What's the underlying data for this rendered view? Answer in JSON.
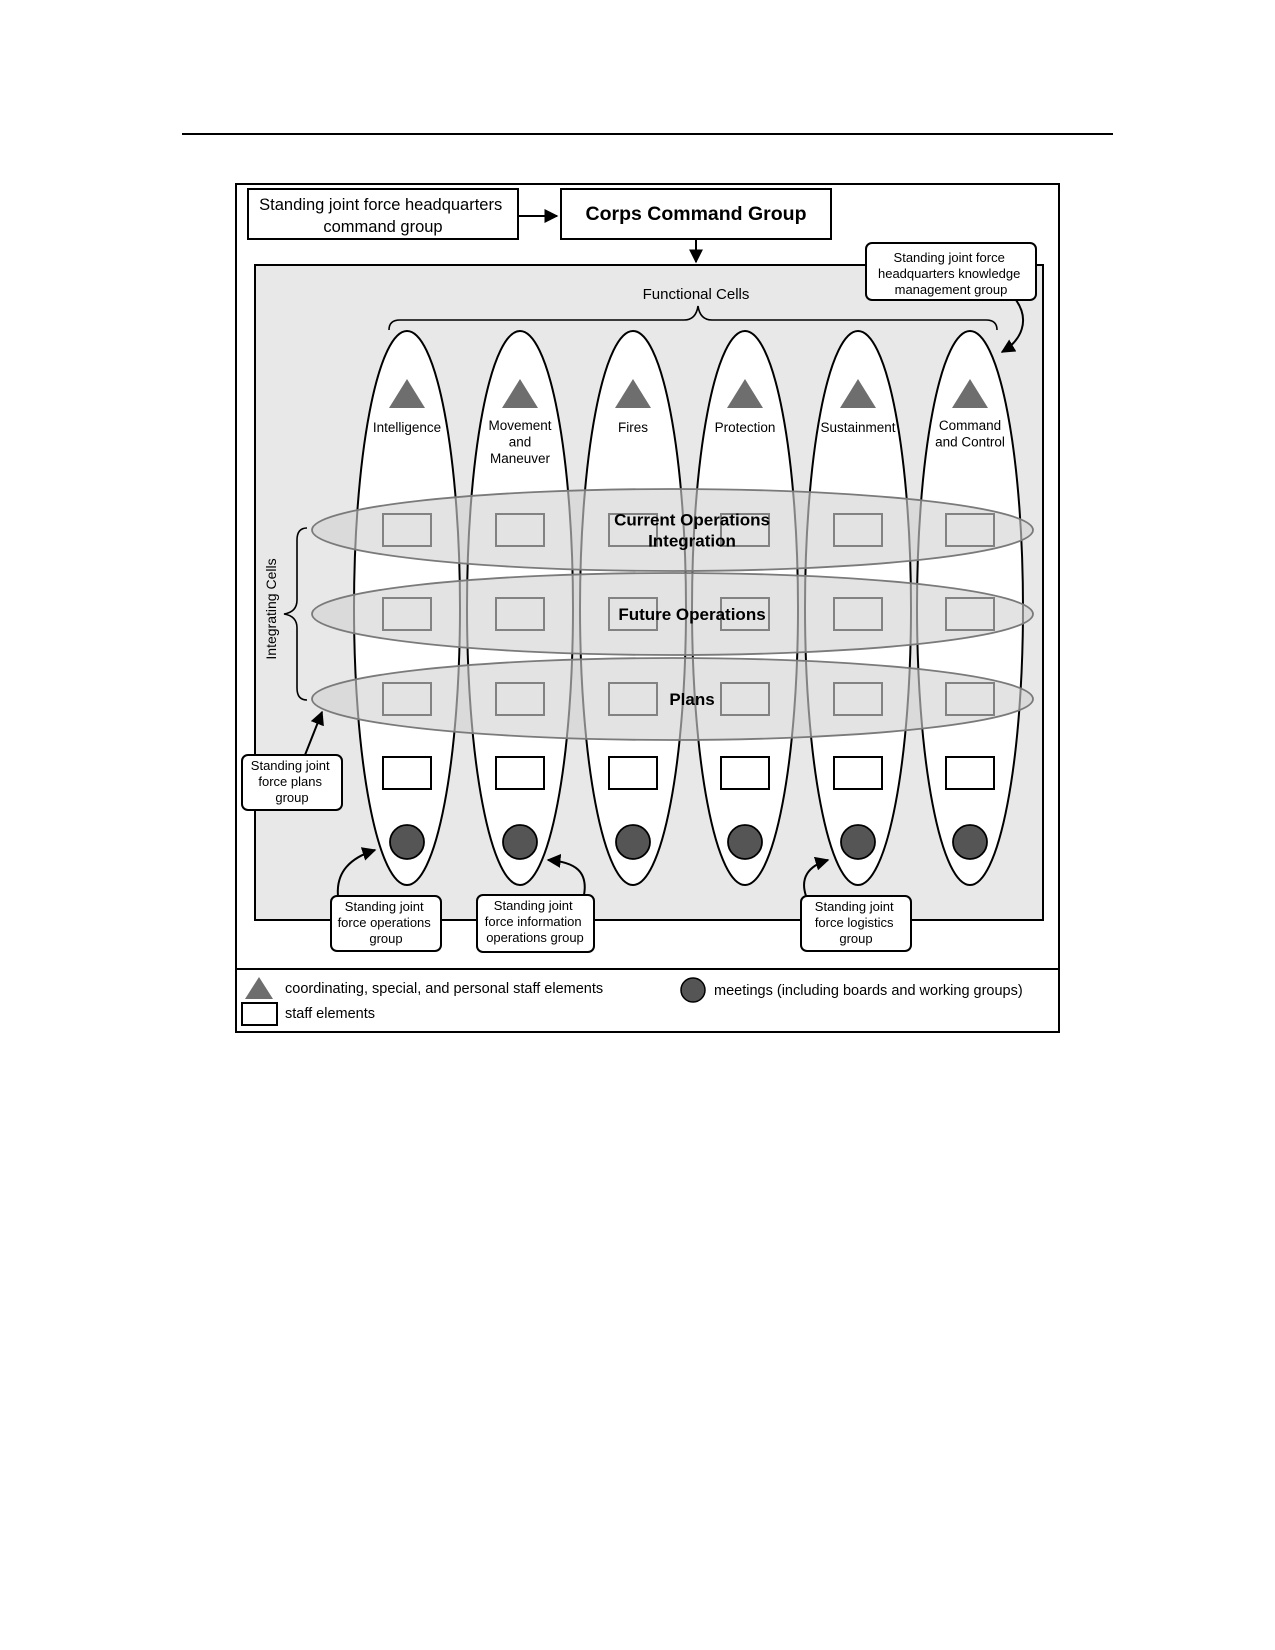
{
  "header": {
    "sjfhq_command_group": [
      "Standing joint force headquarters",
      "command group"
    ],
    "corps_command_group": "Corps Command Group",
    "knowledge_mgmt_group": [
      "Standing joint force",
      "headquarters knowledge",
      "management group"
    ]
  },
  "functional_cells": {
    "heading": "Functional Cells",
    "cells": [
      {
        "label": [
          "Intelligence"
        ]
      },
      {
        "label": [
          "Movement",
          "and",
          "Maneuver"
        ]
      },
      {
        "label": [
          "Fires"
        ]
      },
      {
        "label": [
          "Protection"
        ]
      },
      {
        "label": [
          "Sustainment"
        ]
      },
      {
        "label": [
          "Command",
          "and Control"
        ]
      }
    ]
  },
  "integrating_cells": {
    "heading": "Integrating Cells",
    "bands": [
      {
        "label": [
          "Current Operations",
          "Integration"
        ]
      },
      {
        "label": [
          "Future Operations"
        ]
      },
      {
        "label": [
          "Plans"
        ]
      }
    ]
  },
  "groups": {
    "plans": [
      "Standing joint",
      "force plans",
      "group"
    ],
    "operations": [
      "Standing joint",
      "force operations",
      "group"
    ],
    "info_ops": [
      "Standing joint",
      "force information",
      "operations group"
    ],
    "logistics": [
      "Standing joint",
      "force logistics",
      "group"
    ]
  },
  "legend": {
    "triangle": "coordinating, special, and personal staff elements",
    "rect": "staff elements",
    "circle": "meetings (including boards and working groups)"
  },
  "colors": {
    "panel": "#e8e8e8",
    "band": "#d2d2d2",
    "triangle": "#6e6e6e",
    "meeting": "#555555"
  }
}
